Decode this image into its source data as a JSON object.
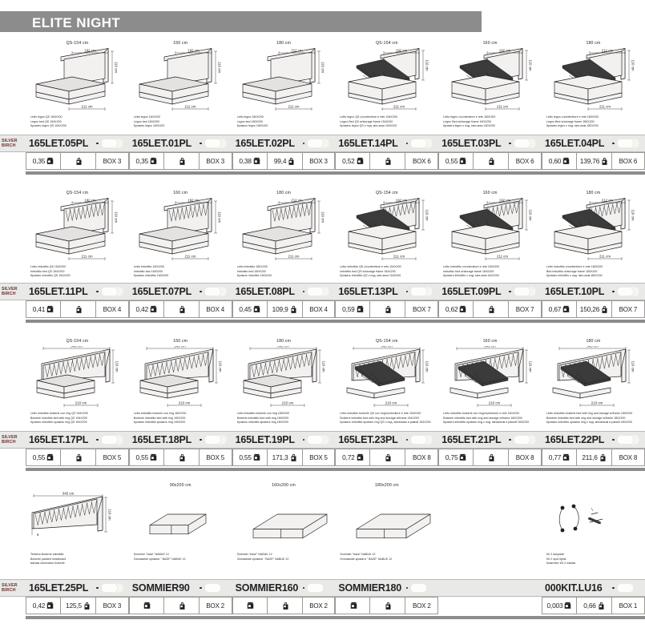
{
  "header": {
    "title": "ELITE NIGHT",
    "band_color": "#8c8c8c"
  },
  "finish_label": "SILVER BIRCH",
  "icons": {
    "volume": "volume-box-icon",
    "weight": "weight-package-icon"
  },
  "rows": [
    {
      "id": "row-1",
      "finish": "SILVER BIRCH",
      "products": [
        {
          "dim_top": "QS-154 cm",
          "desc": [
            "Letto legno QS 154X200",
            "Legno bed QS 154X200",
            "Кровать legno QS 154X200"
          ],
          "code": "165LET.05PL",
          "volume": "0,35",
          "weight": "",
          "box": "BOX 3",
          "type": "bed-plain",
          "w_label": "192 cm",
          "d_label": "211 cm",
          "h_label": "116 cm",
          "swatches": 2
        },
        {
          "dim_top": "160 cm",
          "desc": [
            "Letto legno 160X200",
            "Legno bed 160X200",
            "Кровать legno 160X200"
          ],
          "code": "165LET.01PL",
          "volume": "0,35",
          "weight": "",
          "box": "BOX 3",
          "type": "bed-plain",
          "w_label": "192 cm",
          "d_label": "211 cm",
          "h_label": "116 cm",
          "swatches": 2
        },
        {
          "dim_top": "180 cm",
          "desc": [
            "Letto legno 180X200",
            "Legno bed 180X200",
            "Кровать legno 180X200"
          ],
          "code": "165LET.02PL",
          "volume": "0,38",
          "weight": "99,4",
          "box": "BOX 3",
          "type": "bed-plain",
          "w_label": "212 cm",
          "d_label": "211 cm",
          "h_label": "116 cm",
          "swatches": 2
        },
        {
          "dim_top": "QS-154 cm",
          "desc": [
            "Letto legno QS c/contenitore e rete 154X200",
            "Legno Bed QS w/storage frame 154X200",
            "Кровать legno QS с под. мех-мом 154X200"
          ],
          "code": "165LET.14PL",
          "volume": "0,52",
          "weight": "",
          "box": "BOX 6",
          "type": "bed-storage",
          "w_label": "192 cm",
          "d_label": "211 cm",
          "h_label": "116 cm",
          "swatches": 2
        },
        {
          "dim_top": "160 cm",
          "desc": [
            "Letto legno c/contenitore e rete 160X200",
            "Legno Bed w/storage frame 160X200",
            "Кровать legno с под. мех-мом 160X200"
          ],
          "code": "165LET.03PL",
          "volume": "0,55",
          "weight": "",
          "box": "BOX 6",
          "type": "bed-storage",
          "w_label": "192 cm",
          "d_label": "211 cm",
          "h_label": "116 cm",
          "swatches": 2
        },
        {
          "dim_top": "180 cm",
          "desc": [
            "Letto legno c/contenitore e rete 180X200",
            "Legno Bed w/storage frame 180X200",
            "Кровать legno с под. мех-мом 180X200"
          ],
          "code": "165LET.04PL",
          "volume": "0,60",
          "weight": "139,76",
          "box": "BOX 6",
          "type": "bed-storage",
          "w_label": "212 cm",
          "d_label": "211 cm",
          "h_label": "116 cm",
          "swatches": 2
        }
      ]
    },
    {
      "id": "row-2",
      "finish": "SILVER BIRCH",
      "products": [
        {
          "dim_top": "QS-154 cm",
          "desc": [
            "Letto imbottito QS 154X200",
            "Imbottito bed QS 154X200",
            "Кровать imbottito QS 154X200"
          ],
          "code": "165LET.11PL",
          "volume": "0,41",
          "weight": "",
          "box": "BOX 4",
          "type": "bed-uph",
          "w_label": "192 cm",
          "d_label": "211 cm",
          "h_label": "116 cm",
          "swatches": 2
        },
        {
          "dim_top": "160 cm",
          "desc": [
            "Letto imbottito 160X200",
            "Imbottito bed 160X200",
            "Кровать imbottito 160X200"
          ],
          "code": "165LET.07PL",
          "volume": "0,42",
          "weight": "",
          "box": "BOX 4",
          "type": "bed-uph",
          "w_label": "192 cm",
          "d_label": "211 cm",
          "h_label": "116 cm",
          "swatches": 2
        },
        {
          "dim_top": "180 cm",
          "desc": [
            "Letto imbottito 180X200",
            "Imbottito bed 180X200",
            "Кровать imbottito 180X200"
          ],
          "code": "165LET.08PL",
          "volume": "0,45",
          "weight": "109,9",
          "box": "BOX 4",
          "type": "bed-uph",
          "w_label": "212 cm",
          "d_label": "211 cm",
          "h_label": "116 cm",
          "swatches": 2
        },
        {
          "dim_top": "QS-154 cm",
          "desc": [
            "Letto imbottito QS c/contenitore e rete 154X200",
            "Imbottito bed QS w/storage frame 154X200",
            "Кровать imbottito QS с под. мех-мом 154X200"
          ],
          "code": "165LET.13PL",
          "volume": "0,59",
          "weight": "",
          "box": "BOX 7",
          "type": "bed-uph-storage",
          "w_label": "192 cm",
          "d_label": "211 cm",
          "h_label": "116 cm",
          "swatches": 2
        },
        {
          "dim_top": "160 cm",
          "desc": [
            "Letto imbottito c/contenitore e rete 160X200",
            "Imbottito bed w/storage frame 160X200",
            "Кровать imbottito с под. мех-мом 160X200"
          ],
          "code": "165LET.09PL",
          "volume": "0,62",
          "weight": "",
          "box": "BOX 7",
          "type": "bed-uph-storage",
          "w_label": "192 cm",
          "d_label": "211 cm",
          "h_label": "116 cm",
          "swatches": 2
        },
        {
          "dim_top": "180 cm",
          "desc": [
            "Letto imbottito c/contenitore e rete 180X200",
            "Bed imbottito w/storage frame 180X200",
            "Кровать imbottito с под. мех-мом 180X200"
          ],
          "code": "165LET.10PL",
          "volume": "0,67",
          "weight": "150,26",
          "box": "BOX 7",
          "type": "bed-uph-storage",
          "w_label": "212 cm",
          "d_label": "211 cm",
          "h_label": "116 cm",
          "swatches": 2
        }
      ]
    },
    {
      "id": "row-3",
      "finish": "SILVER BIRCH",
      "products": [
        {
          "dim_top": "QS-154 cm",
          "desc": [
            "Letto imbottito boiserie con ring QS 154X200",
            "Boiserie imbottito bed with ring QS 154X200",
            "Кровать imbottito кровать ring QS 154X200"
          ],
          "code": "165LET.17PL",
          "volume": "0,55",
          "weight": "",
          "box": "BOX 5",
          "type": "bed-wide",
          "w_label": "345 cm",
          "d_label": "210 cm",
          "h_label": "116 cm",
          "swatches": 2
        },
        {
          "dim_top": "160 cm",
          "desc": [
            "Letto imbottito boiserie con ring 160X200",
            "Boiserie imbottito bed with ring 160X200",
            "Кровать imbottito кровать ring 160X200"
          ],
          "code": "165LET.18PL",
          "volume": "0,55",
          "weight": "",
          "box": "BOX 5",
          "type": "bed-wide",
          "w_label": "345 cm",
          "d_label": "210 cm",
          "h_label": "116 cm",
          "swatches": 2
        },
        {
          "dim_top": "180 cm",
          "desc": [
            "Letto imbottito boiserie con ring 180X200",
            "Boiserie imbottito bed with ring 180X200",
            "Кровать imbottito кровать ring 180X200"
          ],
          "code": "165LET.19PL",
          "volume": "0,55",
          "weight": "171,3",
          "box": "BOX 5",
          "type": "bed-wide",
          "w_label": "345 cm",
          "d_label": "210 cm",
          "h_label": "116 cm",
          "swatches": 2
        },
        {
          "dim_top": "QS-154 cm",
          "desc": [
            "Letto imbottito boiserie QS con ring/contenitore e rete 154X200",
            "Boiserie imbottito bed with ring and storage w/frame 154X200",
            "Кровать imbottito кровать ring QS с под. механизм и рамой 154X200"
          ],
          "code": "165LET.23PL",
          "volume": "0,72",
          "weight": "",
          "box": "BOX 8",
          "type": "bed-wide-storage",
          "w_label": "345 cm",
          "d_label": "210 cm",
          "h_label": "116 cm",
          "swatches": 2
        },
        {
          "dim_top": "160 cm",
          "desc": [
            "Letto imbottito boiserie con ring/contenitore e rete 160X200",
            "Boiserie imbottito bed with ring and storage w/frame 160X200",
            "Кровать imbottito кровать ring с под. механизм и рамой 160X200"
          ],
          "code": "165LET.21PL",
          "volume": "0,75",
          "weight": "",
          "box": "BOX 8",
          "type": "bed-wide-storage",
          "w_label": "345 cm",
          "d_label": "210 cm",
          "h_label": "116 cm",
          "swatches": 2
        },
        {
          "dim_top": "180 cm",
          "desc": [
            "Letto imbottito boiserie bed with ring and storage w/frame 180X200",
            "Boiserie imbottito bed with ring and storage w/frame 180X200",
            "Кровать imbottito кровать ring с под. механизм и рамой 180X200"
          ],
          "code": "165LET.22PL",
          "volume": "0,77",
          "weight": "211,6",
          "box": "BOX 8",
          "type": "bed-wide-storage",
          "w_label": "345 cm",
          "d_label": "210 cm",
          "h_label": "116 cm",
          "swatches": 2
        }
      ]
    },
    {
      "id": "row-4",
      "finish": "SILVER BIRCH",
      "products": [
        {
          "dim_top": "",
          "desc": [
            "Testiera Boiserie imbottita",
            "Boiserie padded headboard",
            "мягкая изголовье boiserie"
          ],
          "code": "165LET.25PL",
          "volume": "0,42",
          "weight": "125,5",
          "box": "BOX 3",
          "type": "headboard",
          "w_label": "345 cm",
          "d_label": "",
          "h_label": "116 cm",
          "swatches": 2
        },
        {
          "dim_top": "90x200 cm",
          "desc": [
            "Sommier \"base\" NABUK 12",
            "Основание кровати \" BAZE\" NABUK 12"
          ],
          "code": "SOMMIER90",
          "volume": "",
          "weight": "",
          "box": "BOX 2",
          "type": "sommier-single",
          "w_label": "",
          "d_label": "",
          "h_label": "",
          "swatches": 1
        },
        {
          "dim_top": "160x200 cm",
          "desc": [
            "Sommier \"base\" NABUK 12",
            "Основание кровати \" BAZE\" NABUK 12"
          ],
          "code": "SOMMIER160",
          "volume": "",
          "weight": "",
          "box": "BOX 2",
          "type": "sommier-double",
          "w_label": "",
          "d_label": "",
          "h_label": "",
          "swatches": 1
        },
        {
          "dim_top": "180x200 cm",
          "desc": [
            "Sommier \"base\" NABUK 12",
            "Основание кровати \" BAZE\" NABUK 12"
          ],
          "code": "SOMMIER180",
          "volume": "",
          "weight": "",
          "box": "BOX 2",
          "type": "sommier-double",
          "w_label": "",
          "d_label": "",
          "h_label": "",
          "swatches": 1
        },
        {
          "dim_top": "",
          "desc": [],
          "code": "",
          "volume": "",
          "weight": "",
          "box": "",
          "type": "empty",
          "w_label": "",
          "d_label": "",
          "h_label": "",
          "swatches": 0
        },
        {
          "dim_top": "",
          "desc": [
            "Kit 2 lampade",
            "Kit 2 spot lights",
            "Комплект Kit 2 лампы"
          ],
          "code": "000KIT.LU16",
          "volume": "0,003",
          "weight": "0,66",
          "box": "BOX 1",
          "type": "lamp-kit",
          "w_label": "",
          "d_label": "",
          "h_label": "",
          "swatches": 1
        }
      ]
    }
  ]
}
